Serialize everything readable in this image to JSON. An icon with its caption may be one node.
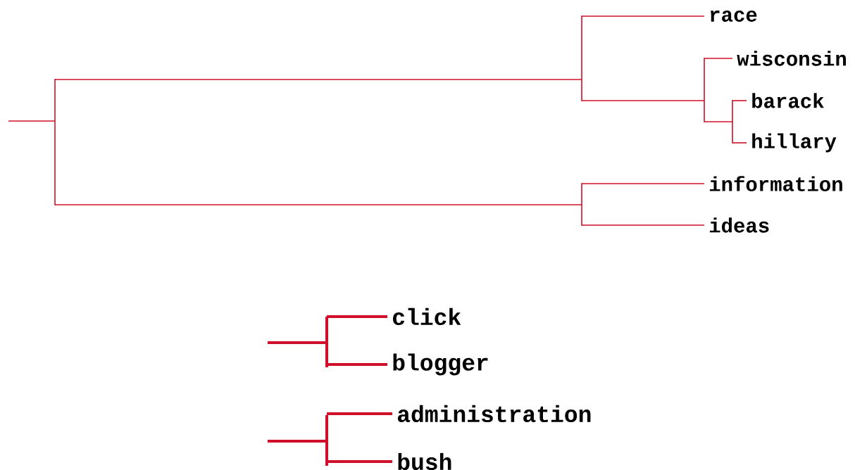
{
  "diagram": {
    "nodes": [
      {
        "text": [],
        "shape": "bar"
      },
      {
        "text": [],
        "shape": "bar"
      },
      {
        "text": [
          "race"
        ]
      },
      {
        "text": [],
        "shape": "bar"
      },
      {
        "text": [
          "wisconsin"
        ]
      },
      {
        "text": [],
        "shape": "bar"
      },
      {
        "text": [
          "barack"
        ]
      },
      {
        "text": [
          "hillary"
        ]
      },
      {
        "text": [],
        "shape": "bar"
      },
      {
        "text": [
          "information"
        ]
      },
      {
        "text": [
          "ideas"
        ]
      },
      {
        "text": [],
        "shape": "bar"
      },
      {
        "text": [
          "click"
        ]
      },
      {
        "text": [
          "blogger"
        ]
      },
      {
        "text": [],
        "shape": "bar"
      },
      {
        "text": [
          "administration"
        ]
      },
      {
        "text": [
          "bush"
        ]
      }
    ],
    "edges": [
      {
        "from": null,
        "to": 0,
        "arrow": "none"
      },
      {
        "from": 0,
        "to": 1,
        "arrow": "none"
      },
      {
        "from": 0,
        "to": 8,
        "arrow": "none"
      },
      {
        "from": 1,
        "to": 2,
        "arrow": "none"
      },
      {
        "from": 1,
        "to": 3,
        "arrow": "none"
      },
      {
        "from": 3,
        "to": 4,
        "arrow": "none"
      },
      {
        "from": 3,
        "to": 5,
        "arrow": "none"
      },
      {
        "from": 5,
        "to": 6,
        "arrow": "none"
      },
      {
        "from": 5,
        "to": 7,
        "arrow": "none"
      },
      {
        "from": 8,
        "to": 9,
        "arrow": "none"
      },
      {
        "from": 8,
        "to": 10,
        "arrow": "none"
      },
      {
        "from": null,
        "to": 11,
        "arrow": "none",
        "style": "thick"
      },
      {
        "from": 11,
        "to": 12,
        "arrow": "none",
        "style": "thick"
      },
      {
        "from": 11,
        "to": 13,
        "arrow": "none",
        "style": "thick"
      },
      {
        "from": null,
        "to": 14,
        "arrow": "none",
        "style": "thick"
      },
      {
        "from": 14,
        "to": 15,
        "arrow": "none",
        "style": "thick"
      },
      {
        "from": 14,
        "to": 16,
        "arrow": "none",
        "style": "thick"
      }
    ]
  }
}
